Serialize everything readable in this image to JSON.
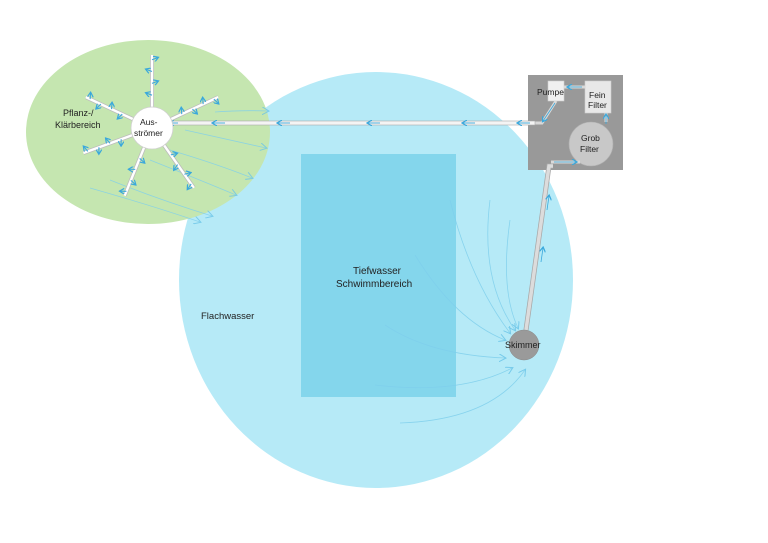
{
  "diagram": {
    "title": "Schwimmteich Wasserkreislauf",
    "colors": {
      "plant_zone": "#c5e6b0",
      "shallow_water": "#b6eaf7",
      "deep_water": "#84d6ec",
      "filter_box": "#999999",
      "pipe": "#d9d9d9",
      "flow_arrow": "#4fb8e0",
      "skimmer": "#9a9a9a",
      "grob_filter": "#c8c8c8",
      "fein_filter": "#e8e8e8",
      "pumpe": "#f0f0f0"
    },
    "zones": {
      "plant": "Pflanz-/\nKlärbereich",
      "plant_line1": "Pflanz-/",
      "plant_line2": "Klärbereich",
      "shallow": "Flachwasser",
      "deep_line1": "Tiefwasser",
      "deep_line2": "Schwimmbereich"
    },
    "components": {
      "outlet_line1": "Aus-",
      "outlet_line2": "strömer",
      "skimmer": "Skimmer",
      "pump": "Pumpe",
      "fine_filter_line1": "Fein",
      "fine_filter_line2": "Filter",
      "coarse_filter_line1": "Grob",
      "coarse_filter_line2": "Filter"
    },
    "flow_sequence": [
      "Skimmer",
      "Grob Filter",
      "Fein Filter",
      "Pumpe",
      "Ausströmer",
      "Pflanz-/Klärbereich",
      "Flachwasser",
      "Skimmer"
    ]
  }
}
